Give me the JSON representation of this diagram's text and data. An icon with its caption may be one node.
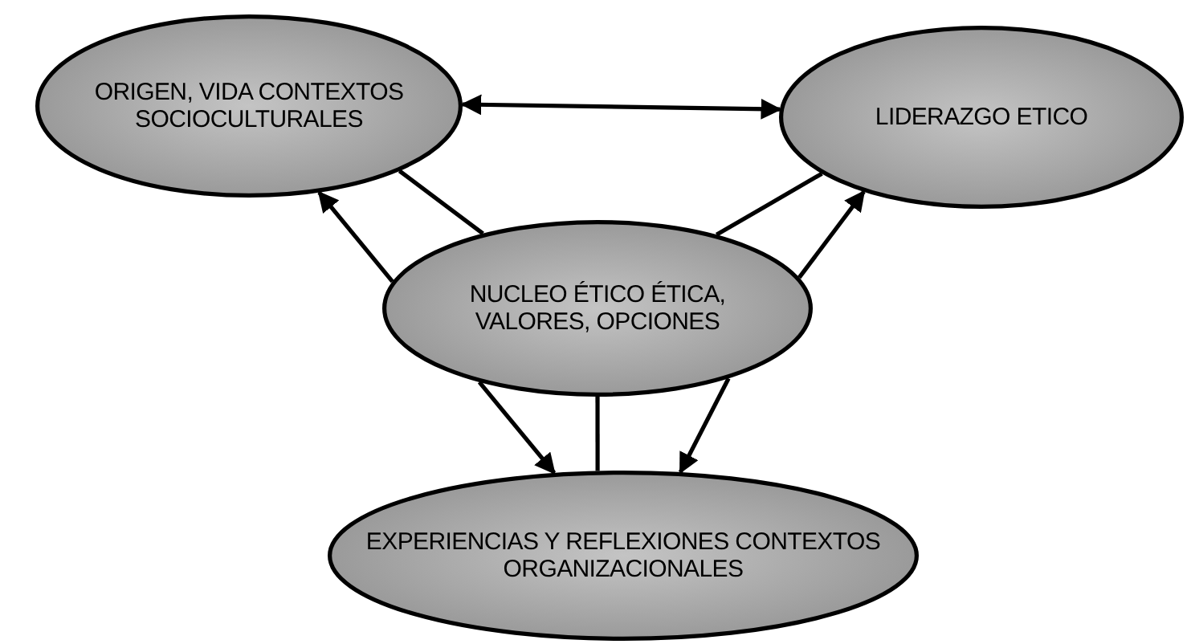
{
  "diagram": {
    "nodes": [
      {
        "text": [
          "ORIGEN, VIDA CONTEXTOS SOCIOCULTURALES"
        ]
      },
      {
        "text": [
          "LIDERAZGO ETICO"
        ]
      },
      {
        "text": [
          "NUCLEO ÉTICO ÉTICA, VALORES, OPCIONES"
        ]
      },
      {
        "text": [
          "EXPERIENCIAS Y REFLEXIONES CONTEXTOS ORGANIZACIONALES"
        ]
      }
    ],
    "edges": [
      {
        "from": 0,
        "to": 1,
        "arrow": "both"
      },
      {
        "from": 2,
        "to": 0,
        "arrow": "to"
      },
      {
        "from": 0,
        "to": 2,
        "arrow": "none"
      },
      {
        "from": 2,
        "to": 1,
        "arrow": "to"
      },
      {
        "from": 1,
        "to": 2,
        "arrow": "none"
      },
      {
        "from": 2,
        "to": 3,
        "arrow": "to"
      },
      {
        "from": 2,
        "to": 3,
        "arrow": "none"
      },
      {
        "from": 2,
        "to": 3,
        "arrow": "to"
      }
    ]
  }
}
